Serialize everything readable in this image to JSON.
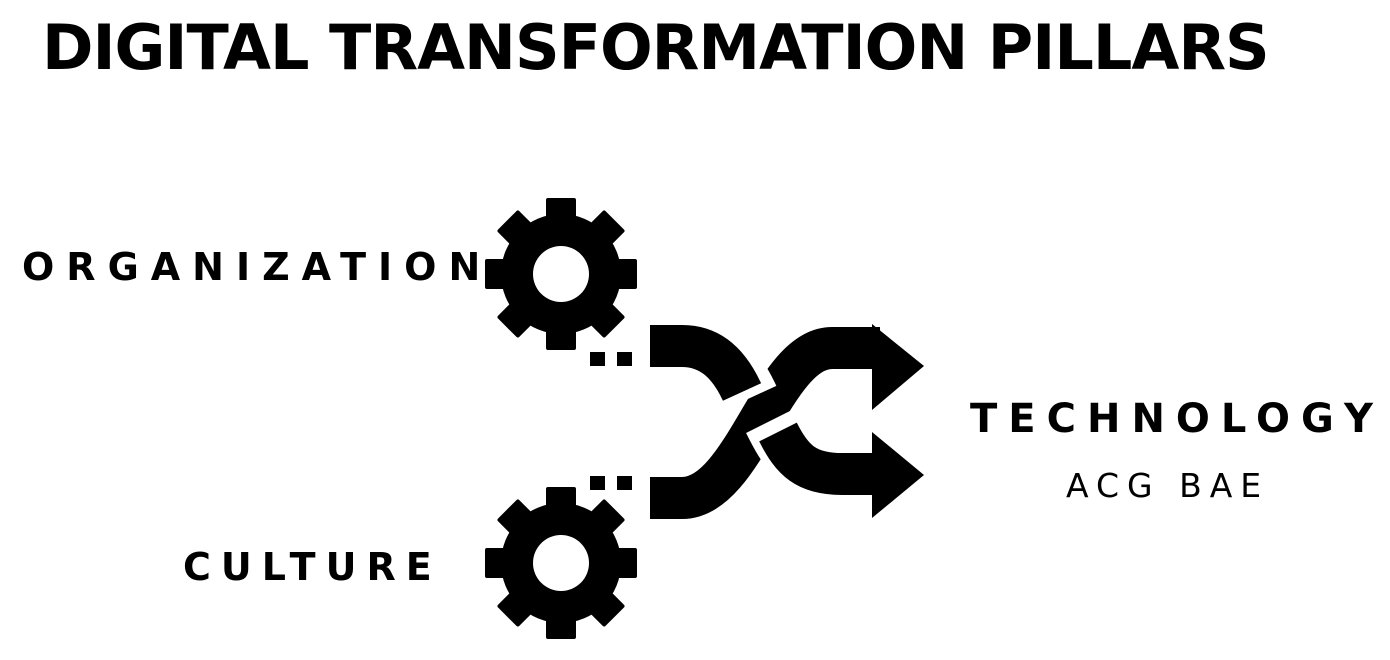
{
  "title": "DIGITAL TRANSFORMATION PILLARS",
  "labels": {
    "organization": "ORGANIZATION",
    "culture": "CULTURE",
    "technology": "TECHNOLOGY",
    "subtitle": "ACG BAE"
  },
  "icons": {
    "top_gear": "gear-icon",
    "bottom_gear": "gear-icon",
    "merge": "shuffle-arrows-icon"
  },
  "colors": {
    "ink": "#000000",
    "background": "#ffffff"
  }
}
